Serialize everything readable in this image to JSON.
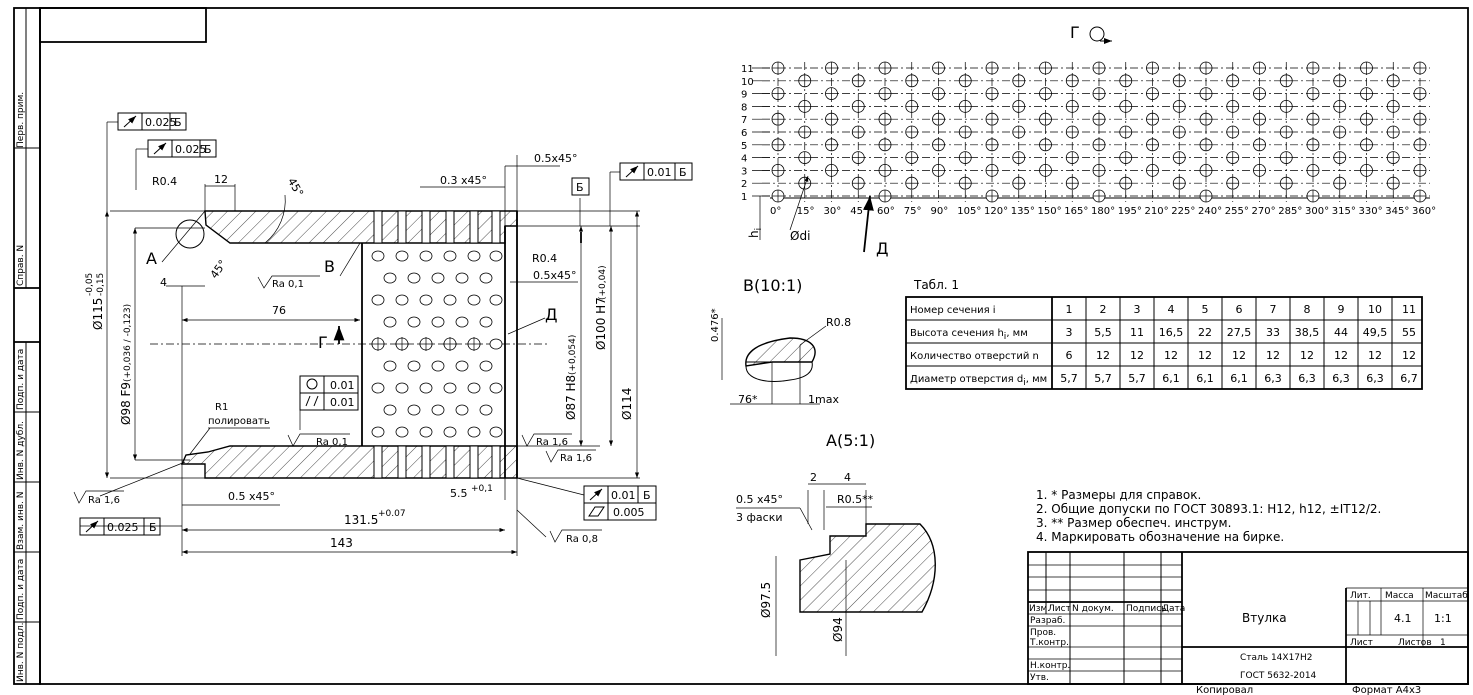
{
  "frame": {
    "side_labels": [
      "Перв. прим.",
      "Справ. N",
      "Подп. и дата",
      "Инв. N дубл.",
      "Взам. инв. N",
      "Подп. и дата",
      "Инв. N подл."
    ]
  },
  "main_view": {
    "flatness_tol_1": {
      "value": "0.025",
      "datum": "Б"
    },
    "flatness_tol_2": {
      "value": "0.025",
      "datum": "Б"
    },
    "runout_tol_right": {
      "value": "0.01",
      "datum": "Б"
    },
    "runout_tol_bottom": {
      "value": "0.01",
      "datum": "Б"
    },
    "runout_tol_left": {
      "value": "0.025",
      "datum": "Б"
    },
    "flatness_bottom": "0.005",
    "round_tol": "0.01",
    "cyl_tol": "0.01",
    "datum_b": "Б",
    "dims": {
      "r04_left": "R0.4",
      "d12": "12",
      "angle45_top": "45°",
      "chamfer_top": "0.3 x45°",
      "chamfer_top_right": "0.5x45°",
      "r04_right": "R0.4",
      "chamfer_right": "0.5x45°",
      "d4": "4",
      "angle45_left": "45°",
      "ra01_top": "Ra 0,1",
      "label_b": "B",
      "label_a": "A",
      "d76": "76",
      "label_g": "Г",
      "label_d": "Д",
      "dia115": "Ø115",
      "dia115_tol_up": "-0,05",
      "dia115_tol_dn": "-0,15",
      "dia98": "Ø98 F9",
      "dia98_tol": "(+0,036 / -0,123)",
      "dia87": "Ø87 H8",
      "dia87_tol": "(+0,054)",
      "dia100": "Ø100 H7",
      "dia100_tol": "(+0,04)",
      "dia114": "Ø114",
      "r1": "R1",
      "polish": "полировать",
      "ra01_mid": "Ra 0,1",
      "ra16_r1": "Ra 1,6",
      "ra16_r2": "Ra 1,6",
      "ra16_left": "Ra 1,6",
      "chamfer_bottom": "0.5 x45°",
      "d55": "5.5",
      "d55_tol": "+0,1",
      "d1315": "131.5",
      "d1315_tol": "+0.07",
      "d143": "143",
      "ra08": "Ra 0,8"
    }
  },
  "hole_map": {
    "view_label": "Г",
    "rows": [
      "1",
      "2",
      "3",
      "4",
      "5",
      "6",
      "7",
      "8",
      "9",
      "10",
      "11"
    ],
    "angles": [
      "0°",
      "15°",
      "30°",
      "45°",
      "60°",
      "75°",
      "90°",
      "105°",
      "120°",
      "135°",
      "150°",
      "165°",
      "180°",
      "195°",
      "210°",
      "225°",
      "240°",
      "255°",
      "270°",
      "285°",
      "300°",
      "315°",
      "330°",
      "345°",
      "360°"
    ],
    "h_label": "h",
    "h_sub": "i",
    "d_label": "Ødi",
    "section_label": "Д"
  },
  "table": {
    "caption": "Табл. 1",
    "headers": [
      "Номер сечения i",
      "Высота сечения h",
      "Количество отверстий n",
      "Диаметр отверстия d"
    ],
    "h_suffix": ", мм",
    "d_suffix": ", мм",
    "index": [
      "1",
      "2",
      "3",
      "4",
      "5",
      "6",
      "7",
      "8",
      "9",
      "10",
      "11"
    ],
    "heights": [
      "3",
      "5,5",
      "11",
      "16,5",
      "22",
      "27,5",
      "33",
      "38,5",
      "44",
      "49,5",
      "55"
    ],
    "counts": [
      "6",
      "12",
      "12",
      "12",
      "12",
      "12",
      "12",
      "12",
      "12",
      "12",
      "12"
    ],
    "diameters": [
      "5,7",
      "5,7",
      "5,7",
      "6,1",
      "6,1",
      "6,1",
      "6,3",
      "6,3",
      "6,3",
      "6,3",
      "6,7"
    ]
  },
  "detail_b": {
    "title": "B(10:1)",
    "dim_0476": "0.476*",
    "r08": "R0.8",
    "angle76": "76*",
    "one_max": "1max"
  },
  "detail_a": {
    "title": "A(5:1)",
    "d2": "2",
    "d4": "4",
    "chamfer": "0.5 x45°",
    "chamfer_note": "3 фаски",
    "r05": "R0.5**",
    "dia975": "Ø97.5",
    "dia94": "Ø94"
  },
  "notes": [
    "1. * Размеры для справок.",
    "2. Общие допуски по ГОСТ 30893.1: H12, h12, ±IT12/2.",
    "3. ** Размер обеспеч. инструм.",
    "4. Маркировать обозначение на бирке."
  ],
  "title_block": {
    "part_name": "Втулка",
    "material_1": "Сталь 14Х17Н2",
    "material_2": "ГОСТ 5632-2014",
    "col_izm": "Изм.",
    "col_list": "Лист",
    "col_doc": "N докум.",
    "col_sign": "Подпись",
    "col_date": "Дата",
    "row_razrab": "Разраб.",
    "row_prov": "Пров.",
    "row_tkontr": "Т.контр.",
    "row_nkontr": "Н.контр.",
    "row_utv": "Утв.",
    "lit_label": "Лит.",
    "mass_label": "Масса",
    "scale_label": "Масштаб",
    "mass": "4.1",
    "scale": "1:1",
    "sheet_label": "Лист",
    "sheets_label": "Листов",
    "sheets": "1",
    "copied": "Копировал",
    "format": "Формат A4x3"
  }
}
